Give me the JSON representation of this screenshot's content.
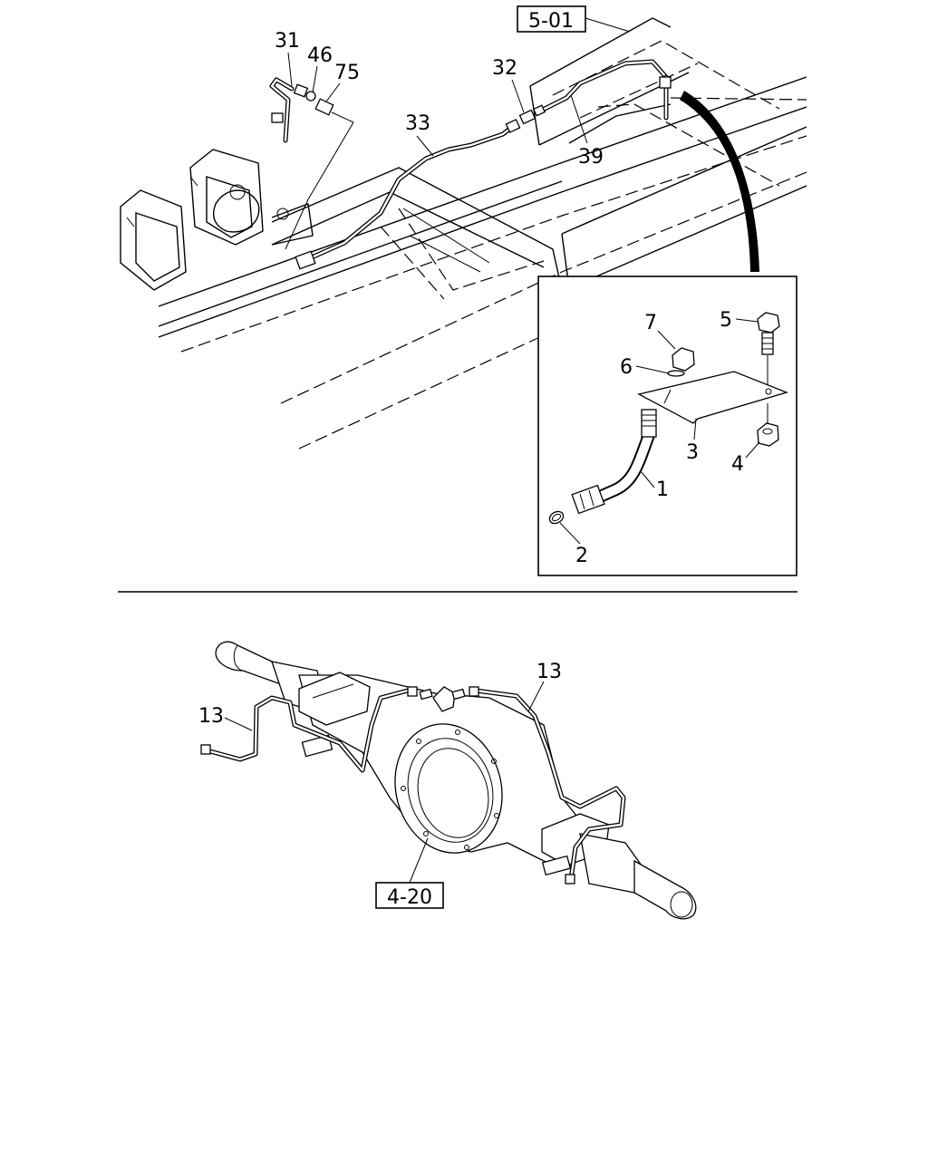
{
  "references": {
    "frame_ref": "5-01",
    "axle_ref": "4-20"
  },
  "callouts": {
    "c31": "31",
    "c46": "46",
    "c75": "75",
    "c32": "32",
    "c33": "33",
    "c39": "39",
    "c7": "7",
    "c5": "5",
    "c6": "6",
    "c3": "3",
    "c4": "4",
    "c1": "1",
    "c2": "2",
    "c13_left": "13",
    "c13_right": "13"
  }
}
